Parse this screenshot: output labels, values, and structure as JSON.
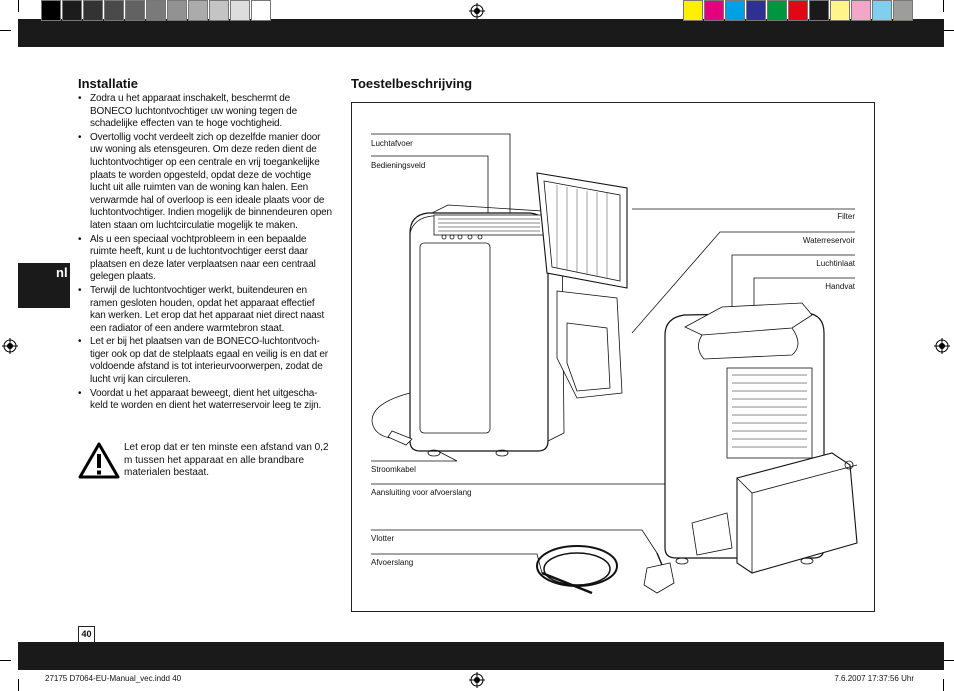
{
  "colors": {
    "bar": "#1a1a1a",
    "gray_swatches": [
      "#000000",
      "#1c1c1c",
      "#333333",
      "#4a4a4a",
      "#626262",
      "#7a7a7a",
      "#929292",
      "#ababab",
      "#c4c4c4",
      "#dddddd",
      "#ffffff"
    ],
    "color_swatches": [
      "#ffef00",
      "#e5007d",
      "#00a0e3",
      "#2e3191",
      "#009640",
      "#e30613",
      "#1a1a1a",
      "#fff58a",
      "#f4a6c8",
      "#80cff1",
      "#9d9d9c"
    ]
  },
  "side_tab": {
    "label": "nl"
  },
  "installatie": {
    "title": "Installatie",
    "bullets": [
      "Zodra u het apparaat inschakelt, beschermt de BONECO luchtontvochtiger uw woning tegen de schadelijke effecten van te hoge vochtigheid.",
      "Overtollig vocht verdeelt zich op dezelfde manier door uw woning als etensgeuren. Om deze reden dient de luchtontvochtiger op een centrale en vrij toegankelijke plaats te worden opgesteld, opdat deze de vochtige lucht uit alle ruimten van de woning kan halen. Een verwarmde hal of overloop is een ideale plaats voor de luchtontvochtiger. Indien mogelijk de binnendeuren open laten staan om luchtcirculatie mogelijk te maken.",
      "Als u een speciaal vochtprobleem in een bepaalde ruimte heeft, kunt u de luchtontvochtiger eerst daar plaatsen en deze later verplaatsen naar een centraal gelegen plaats.",
      "Terwijl de luchtontvochtiger werkt, buitendeuren en ramen gesloten houden, opdat het apparaat effectief kan werken. Let erop dat het apparaat niet direct naast een radiator of een andere warmtebron staat.",
      "Let er bij het plaatsen van de BONECO-luchtontvoch-tiger ook op dat de stelplaats egaal en veilig is en dat er voldoende afstand is tot interieurvoorwerpen, zodat de lucht vrij kan circuleren.",
      "Voordat u het apparaat beweegt, dient het uitgescha-keld te worden en dient het waterreservoir leeg te zijn."
    ],
    "warning": "Let erop dat er ten minste een afstand van 0,2 m tussen het apparaat en alle brandbare materialen bestaat."
  },
  "toestel": {
    "title": "Toestelbeschrijving",
    "labels": {
      "luchtafvoer": "Luchtafvoer",
      "bedieningsveld": "Bedieningsveld",
      "filter": "Filter",
      "waterreservoir": "Waterreservoir",
      "luchtinlaat": "Luchtinlaat",
      "handvat": "Handvat",
      "stroomkabel": "Stroomkabel",
      "aansluiting": "Aansluiting voor afvoerslang",
      "vlotter": "Vlotter",
      "afvoerslang": "Afvoerslang"
    }
  },
  "page_number": "40",
  "footer": {
    "file": "27175 D7064-EU-Manual_vec.indd   40",
    "date": "7.6.2007   17:37:56 Uhr"
  }
}
